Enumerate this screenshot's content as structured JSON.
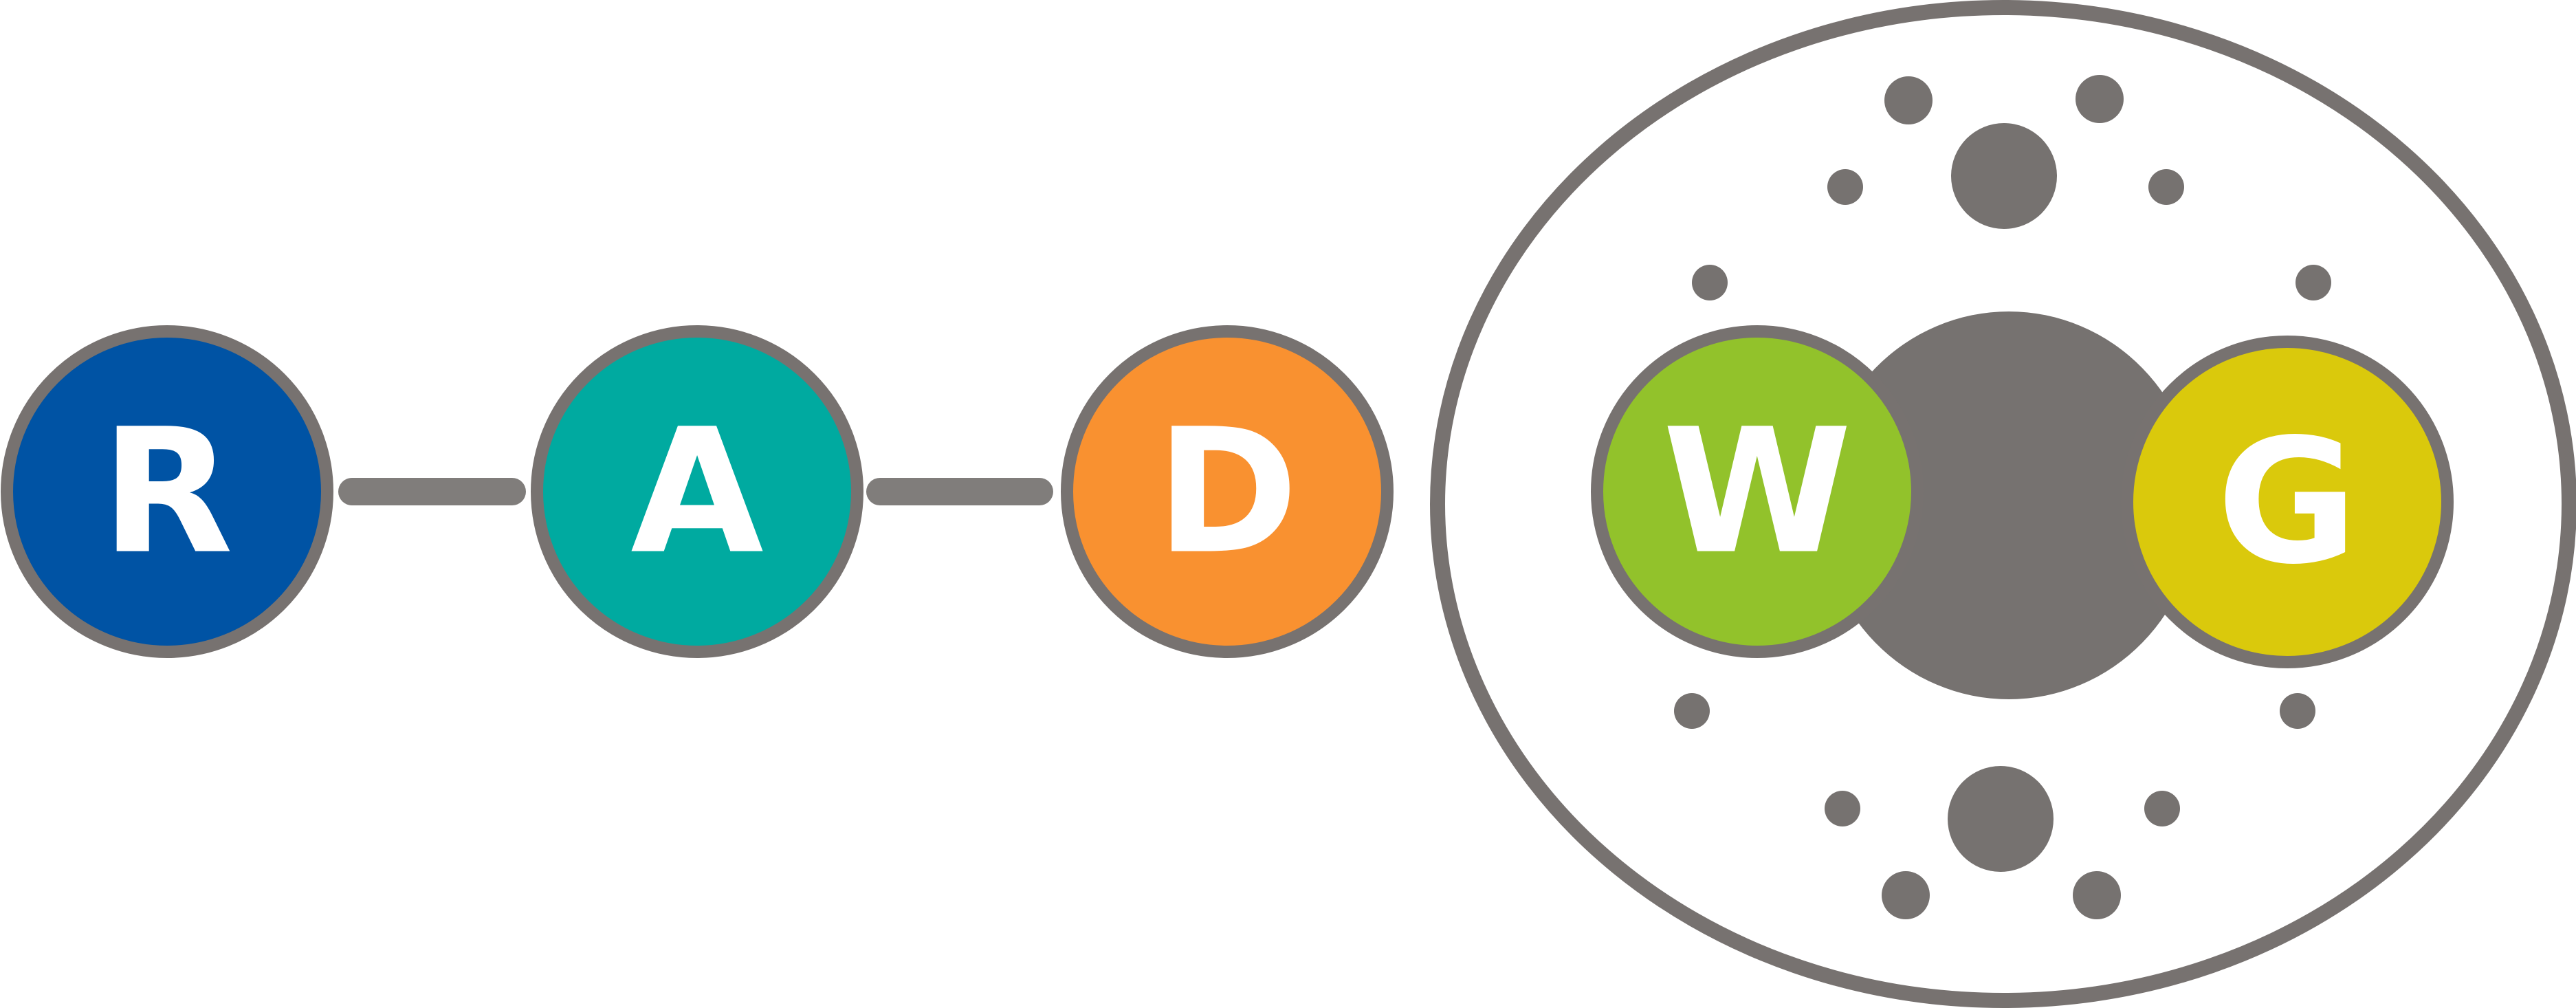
{
  "logo": {
    "letters": [
      "R",
      "A",
      "D",
      "W",
      "G"
    ]
  },
  "colors": {
    "outline": "#777270",
    "connector": "#807d7b",
    "dot": "#767270",
    "node_r": "#0053a4",
    "node_a": "#00aaa0",
    "node_d": "#f99130",
    "node_w": "#92c22b",
    "node_g": "#dac90c",
    "letter": "#ffffff",
    "background": "#ffffff"
  }
}
